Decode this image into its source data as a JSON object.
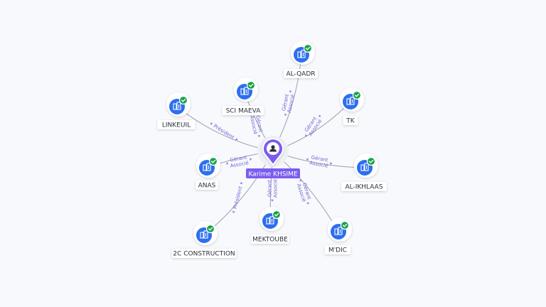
{
  "center": {
    "name": "Karime KHSIME",
    "icon": "person-icon",
    "color": "#7b5cf0"
  },
  "colors": {
    "node": "#2d6ef0",
    "badge": "#16a34a",
    "edge": "#9aa0ae",
    "edge_label": "#6f63d8"
  },
  "companies": [
    {
      "id": "al-qadr",
      "name": "AL-QADR",
      "roles": [
        "Gérant",
        "Associé"
      ],
      "icon": "building-icon",
      "verified": true
    },
    {
      "id": "sci-maeva",
      "name": "SCI MAEVA",
      "roles": [
        "Gérant",
        "Associé"
      ],
      "icon": "building-icon",
      "verified": true
    },
    {
      "id": "tk",
      "name": "TK",
      "roles": [
        "Gérant",
        "Associé"
      ],
      "icon": "building-icon",
      "verified": true
    },
    {
      "id": "linkeuil",
      "name": "LINKEUIL",
      "roles": [
        "Président"
      ],
      "icon": "building-icon",
      "verified": true
    },
    {
      "id": "al-ikhlaas",
      "name": "AL-IKHLAAS",
      "roles": [
        "Gérant",
        "Associé"
      ],
      "icon": "building-icon",
      "verified": true
    },
    {
      "id": "anas",
      "name": "ANAS",
      "roles": [
        "Gérant",
        "Associé"
      ],
      "icon": "building-icon",
      "verified": true
    },
    {
      "id": "2c-construction",
      "name": "2C CONSTRUCTION",
      "roles": [
        "Président"
      ],
      "icon": "building-icon",
      "verified": true
    },
    {
      "id": "mektoube",
      "name": "MEKTOUBE",
      "roles": [
        "Gérant",
        "Associé"
      ],
      "icon": "building-icon",
      "verified": true
    },
    {
      "id": "mdic",
      "name": "M'DIC",
      "roles": [
        "Gérant",
        "Associé"
      ],
      "icon": "building-icon",
      "verified": true
    }
  ]
}
